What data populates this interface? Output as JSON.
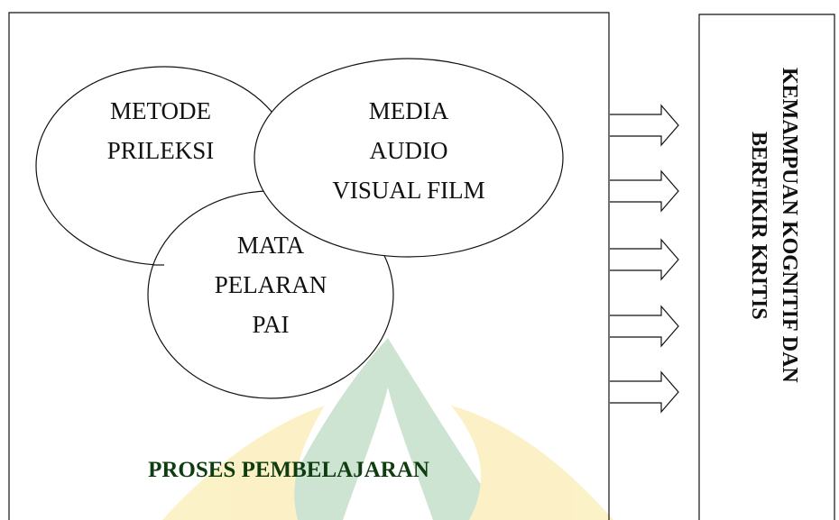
{
  "colors": {
    "line": "#111111",
    "watermark_green": "#1f8a3a",
    "watermark_yellow": "#f2c200",
    "process_label": "#0f3d0f"
  },
  "diagram": {
    "ellipses": [
      {
        "id": "metode",
        "lines": [
          "METODE",
          "PRILEKSI"
        ]
      },
      {
        "id": "media",
        "lines": [
          "MEDIA",
          "AUDIO",
          "VISUAL FILM"
        ]
      },
      {
        "id": "mata",
        "lines": [
          "MATA",
          "PELARAN",
          "PAI"
        ]
      }
    ],
    "process_label": "PROSES PEMBELAJARAN",
    "arrow_count": 5,
    "outcome_lines": [
      "KEMAMPUAN KOGNITIF DAN",
      "BERFIKIR KRITIS"
    ]
  }
}
